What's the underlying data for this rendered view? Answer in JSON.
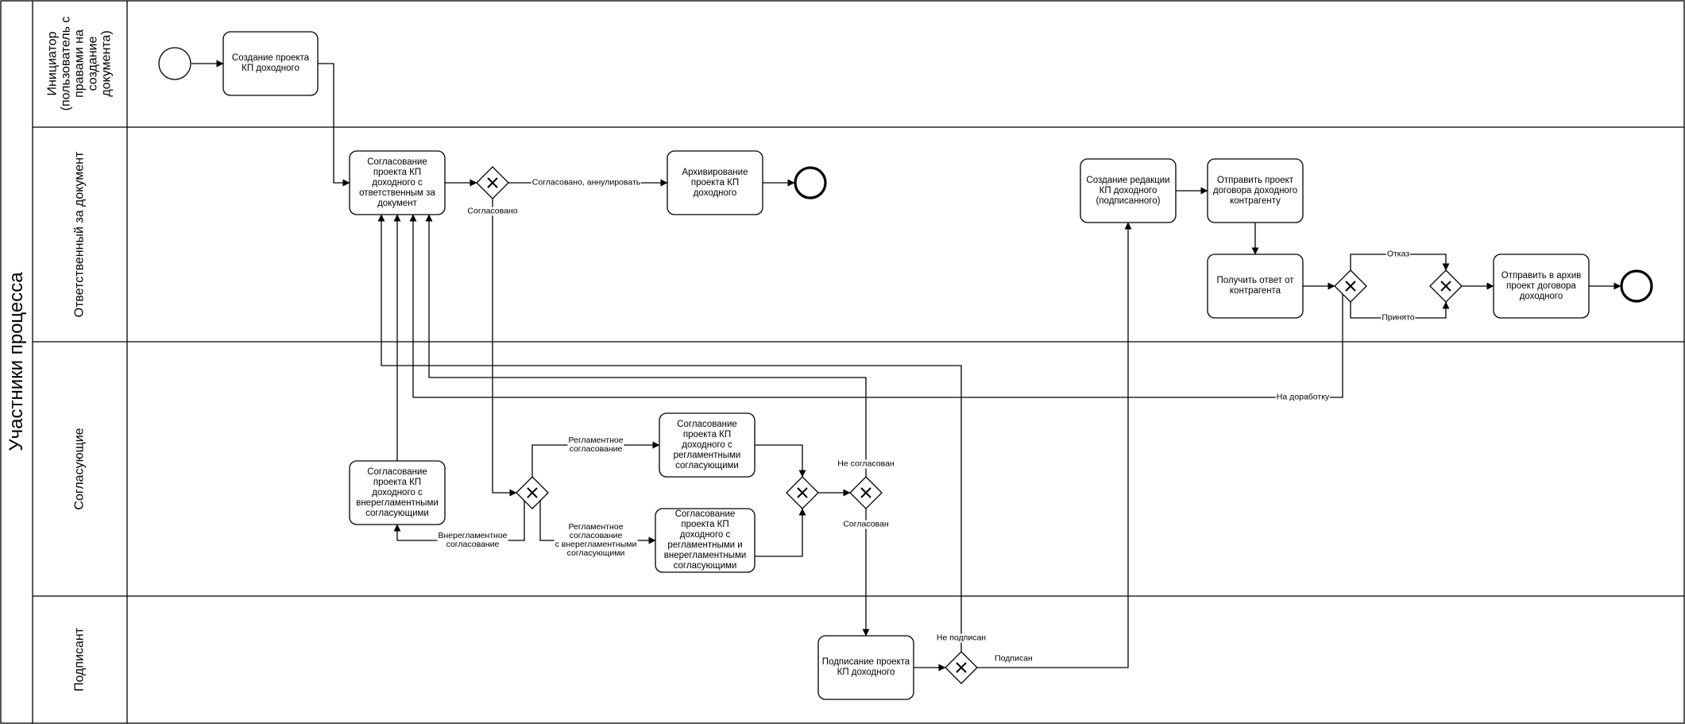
{
  "pool": {
    "title": "Участники процесса"
  },
  "lanes": [
    {
      "id": "initiator",
      "title": "Инициатор\n(пользователь с\nправами на\nсоздание\nдокумента)"
    },
    {
      "id": "responsible",
      "title": "Ответственный за документ"
    },
    {
      "id": "approvers",
      "title": "Согласующие"
    },
    {
      "id": "signer",
      "title": "Подписант"
    }
  ],
  "tasks": {
    "create_draft": "Создание проекта\nКП доходного",
    "approve_responsible": "Согласование\nпроекта КП\nдоходного с\nответственным за\nдокумент",
    "archive_draft": "Архивирование\nпроекта КП\nдоходного",
    "create_edition": "Создание редакции\nКП доходного\n(подписанного)",
    "send_contract": "Отправить проект\nдоговора доходного\nконтрагенту",
    "get_answer": "Получить ответ от\nконтрагента",
    "send_archive": "Отправить в архив\nпроект договора\nдоходного",
    "approve_nonregl": "Согласование\nпроекта КП\nдоходного с\nвнерегламентными\nсогласующими",
    "approve_regl": "Согласование\nпроекта КП\nдоходного с\nрегламентными\nсогласующими",
    "approve_regl_nonregl": "Согласование\nпроекта КП\nдоходного с\nрегламентными и\nвнерегламентными\nсогласующими",
    "sign_draft": "Подписание проекта\nКП доходного"
  },
  "flow_labels": {
    "approved_annul": "Согласовано, аннулировать",
    "approved": "Согласовано",
    "reglament": "Регламентное\nсогласование",
    "nonreglament": "Внерегламентное\nсогласование",
    "regl_nonregl": "Регламентное\nсогласование\nс внерегламентными\nсогласующими",
    "not_approved": "Не согласован",
    "approved_m": "Согласован",
    "not_signed": "Не подписан",
    "signed": "Подписан",
    "refusal": "Отказ",
    "accepted": "Принято",
    "rework": "На доработку"
  }
}
